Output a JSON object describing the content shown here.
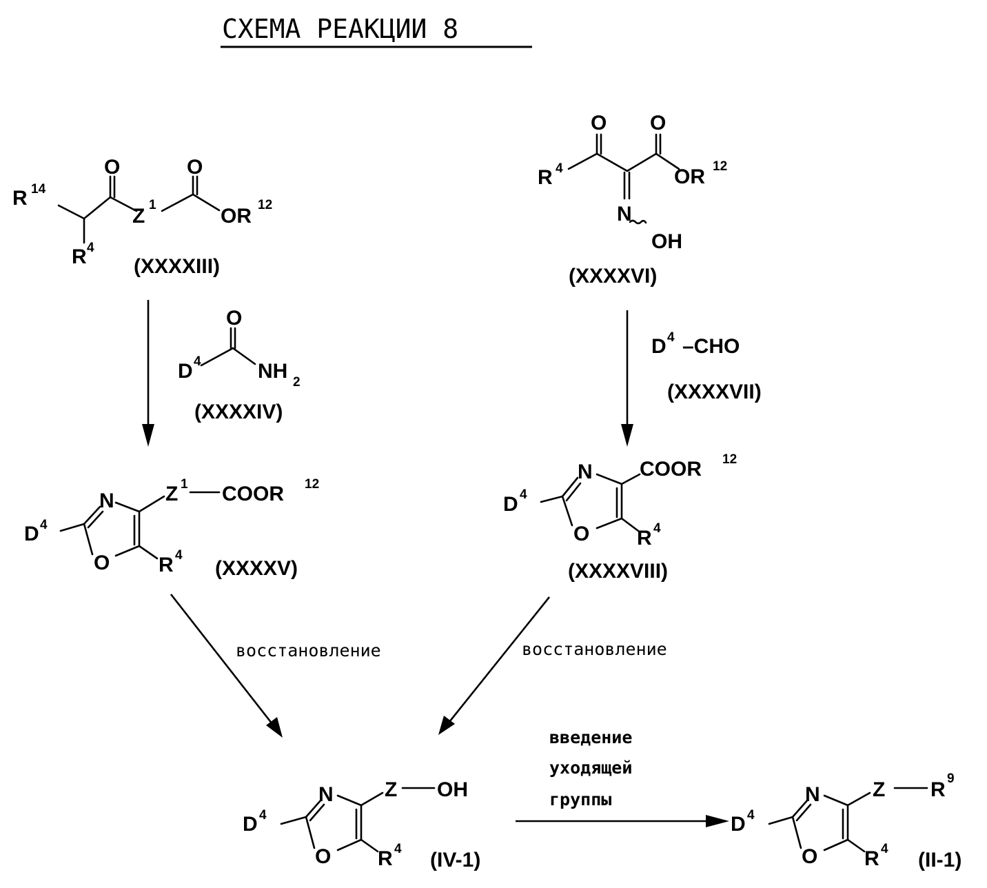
{
  "title": "СХЕМА РЕАКЦИИ 8",
  "compounds": {
    "c43": {
      "number": "(XXXXIII)",
      "r14": "R",
      "r14_sup": "14",
      "r4": "R",
      "r4_sup": "4",
      "o1": "O",
      "o2": "O",
      "z": "Z",
      "z_sup": "1",
      "or": "OR",
      "or_sup": "12"
    },
    "c44": {
      "number": "(XXXXIV)",
      "d": "D",
      "d_sup": "4",
      "o": "O",
      "nh": "NH",
      "nh_sub": "2"
    },
    "c45": {
      "number": "(XXXXV)",
      "d": "D",
      "d_sup": "4",
      "n": "N",
      "o": "O",
      "r": "R",
      "r_sup": "4",
      "z": "Z",
      "z_sup": "1",
      "coor": "COOR",
      "coor_sup": "12"
    },
    "c46": {
      "number": "(XXXXVI)",
      "r4": "R",
      "r4_sup": "4",
      "o1": "O",
      "o2": "O",
      "or": "OR",
      "or_sup": "12",
      "n": "N",
      "oh": "OH"
    },
    "c47": {
      "number": "(XXXXVII)",
      "d": "D",
      "d_sup": "4",
      "cho": "–CHO"
    },
    "c48": {
      "number": "(XXXXVIII)",
      "d": "D",
      "d_sup": "4",
      "n": "N",
      "o": "O",
      "r": "R",
      "r_sup": "4",
      "coor": "COOR",
      "coor_sup": "12"
    },
    "iv1": {
      "number": "(IV-1)",
      "d": "D",
      "d_sup": "4",
      "n": "N",
      "o": "O",
      "r": "R",
      "r_sup": "4",
      "z": "Z",
      "oh": "OH"
    },
    "ii1": {
      "number": "(II-1)",
      "d": "D",
      "d_sup": "4",
      "n": "N",
      "o": "O",
      "r": "R",
      "r_sup": "4",
      "z": "Z",
      "r9": "R",
      "r9_sup": "9"
    }
  },
  "conditions": {
    "reduction_left": "восстановление",
    "reduction_right": "восстановление",
    "leaving_group": [
      "введение",
      "уходящей",
      "группы"
    ]
  }
}
